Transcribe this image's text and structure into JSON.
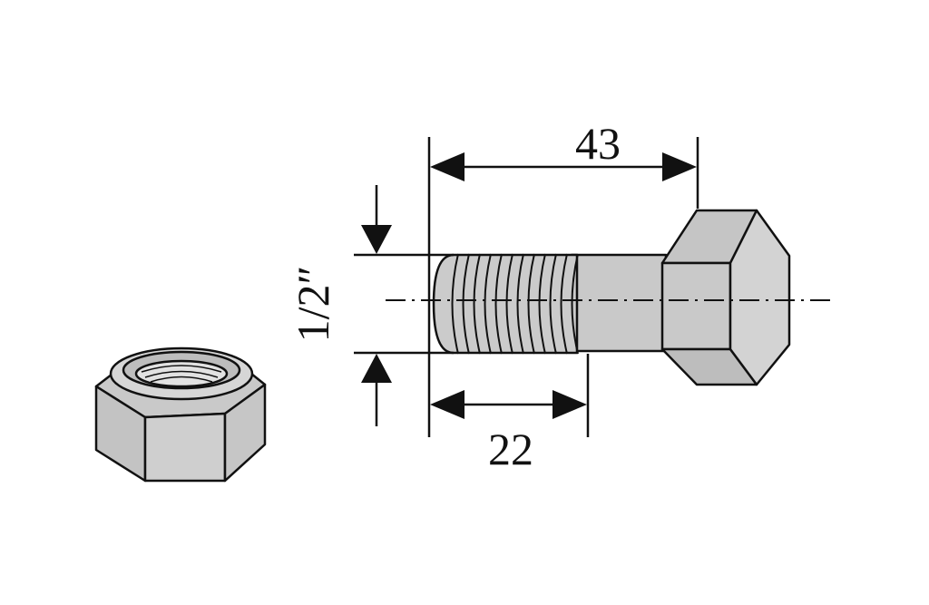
{
  "dimensions": {
    "overall_length": "43",
    "thread_length": "22",
    "diameter": "1/2″"
  },
  "colors": {
    "line": "#111111",
    "metal_light": "#d9d9d9",
    "metal_mid": "#c8c8c8",
    "metal_dark": "#b4b4b4",
    "background": "#ffffff"
  }
}
